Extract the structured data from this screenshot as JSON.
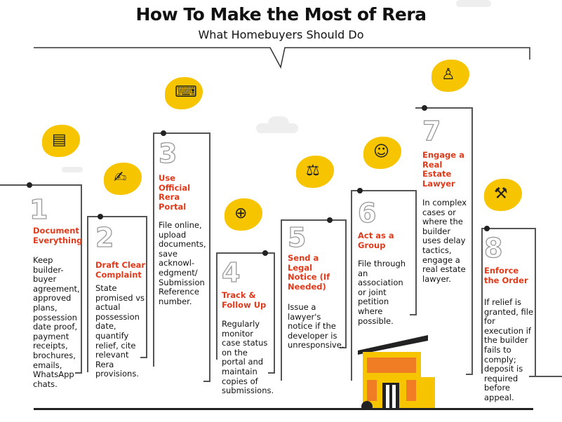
{
  "header": {
    "title": "How To Make the Most of Rera",
    "subtitle": "What Homebuyers Should Do"
  },
  "colors": {
    "accent": "#e03a1a",
    "yellow": "#f6c500",
    "house_orange": "#f07c23"
  },
  "steps": [
    {
      "number": "1",
      "title": "Document Everything",
      "text": "Keep builder-buyer agreement, approved plans, possession date proof, payment receipts, brochures, emails, WhatsApp chats.",
      "icon": "documents-icon"
    },
    {
      "number": "2",
      "title": "Draft Clear Complaint",
      "text": "State promised vs actual possession date, quantify relief, cite relevant Rera provisions.",
      "icon": "writing-complaint-icon"
    },
    {
      "number": "3",
      "title": "Use Official Rera Portal",
      "text": "File online, upload documents, save acknowl-edgment/ Submission Reference number.",
      "icon": "online-portal-icon"
    },
    {
      "number": "4",
      "title": "Track & Follow Up",
      "text": "Regularly monitor case status on the portal and maintain copies of submissions.",
      "icon": "monitor-search-icon"
    },
    {
      "number": "5",
      "title": "Send a Legal Notice (If Needed)",
      "text": "Issue a lawyer's notice if the developer is unresponsive.",
      "icon": "legal-notice-icon"
    },
    {
      "number": "6",
      "title": "Act as a Group",
      "text": "File through an association or joint petition where possible.",
      "icon": "group-icon"
    },
    {
      "number": "7",
      "title": "Engage a Real Estate Lawyer",
      "text": "In complex cases or where the builder uses delay tactics, engage a real estate lawyer.",
      "icon": "lawyer-icon"
    },
    {
      "number": "8",
      "title": "Enforce the Order",
      "text": "If relief is granted, file for execution if the builder fails to comply; deposit is required before appeal.",
      "icon": "gavel-icon"
    }
  ]
}
